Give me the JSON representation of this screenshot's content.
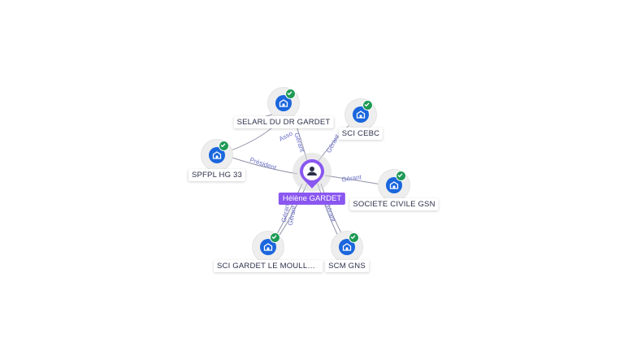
{
  "center_person": {
    "name": "Hélène GARDET",
    "icon": "person-icon",
    "color": "#8a57f0"
  },
  "companies": [
    {
      "id": "selarl",
      "label": "SELARL DU DR GARDET",
      "icon": "building-icon",
      "verified": true
    },
    {
      "id": "cebc",
      "label": "SCI CEBC",
      "icon": "building-icon",
      "verified": true
    },
    {
      "id": "spfpl",
      "label": "SPFPL HG 33",
      "icon": "building-icon",
      "verified": true
    },
    {
      "id": "gsn",
      "label": "SOCIETE CIVILE GSN",
      "icon": "building-icon",
      "verified": true
    },
    {
      "id": "moulle",
      "label": "SCI GARDET LE MOULLE...",
      "icon": "building-icon",
      "verified": true
    },
    {
      "id": "gns",
      "label": "SCM GNS",
      "icon": "building-icon",
      "verified": true
    }
  ],
  "edge_labels": [
    {
      "text": "Asso"
    },
    {
      "text": "Gérant"
    },
    {
      "text": "Gérant"
    },
    {
      "text": "Président"
    },
    {
      "text": "Gérant"
    },
    {
      "text": "Gérant"
    },
    {
      "text": "Gérant"
    },
    {
      "text": "Gérant"
    }
  ],
  "colors": {
    "accent": "#8a57f0",
    "company_node": "#1a66dd",
    "verified_badge": "#1e9a55",
    "edge": "#6b6e8a",
    "edge_label": "#6b6fc8"
  }
}
